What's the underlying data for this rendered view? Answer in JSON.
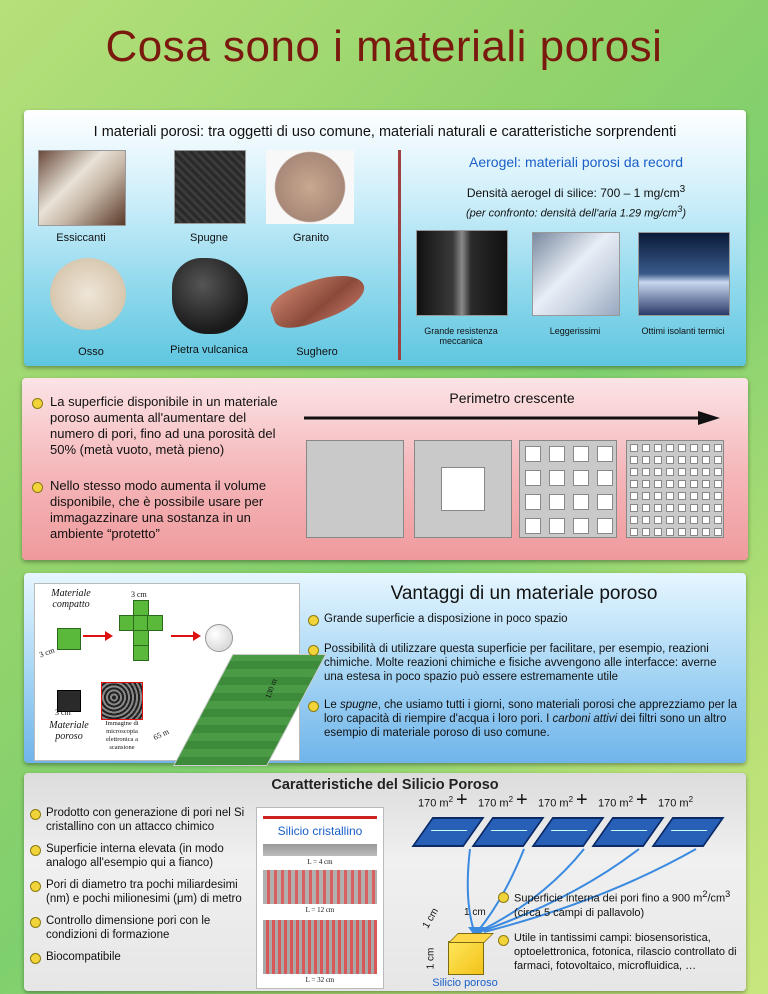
{
  "title": "Cosa sono i materiali porosi",
  "intro": {
    "heading": "I materiali porosi: tra oggetti di uso comune, materiali naturali e caratteristiche sorprendenti",
    "materials": [
      "Essiccanti",
      "Spugne",
      "Granito",
      "Osso",
      "Pietra vulcanica",
      "Sughero"
    ],
    "aerogel": {
      "title": "Aerogel: materiali porosi da record",
      "density": "Densità aerogel di silice: 700 – 1 mg/cm",
      "density_sup": "3",
      "compare": "(per confronto: densità dell'aria 1.29 mg/cm",
      "compare_sup": "3",
      "compare_end": ")",
      "captions": [
        "Grande resistenza meccanica",
        "Leggerissimi",
        "Ottimi isolanti termici"
      ]
    }
  },
  "surface": {
    "bullet1": "La superficie disponibile in un materiale poroso aumenta all'aumentare del numero di pori, fino ad una porosità del 50% (metà vuoto, metà pieno)",
    "bullet2": "Nello stesso modo aumenta il volume disponibile, che è possibile usare per immagazzinare una sostanza in un ambiente “protetto”",
    "arrow_label": "Perimetro crescente"
  },
  "advantages": {
    "title": "Vantaggi di un materiale poroso",
    "figure": {
      "compact": "Materiale compatto",
      "porous": "Materiale poroso",
      "dim_cm": "3 cm",
      "sem": "Immagine di microscopia elettronica a scansione",
      "field_w": "65 m",
      "field_l": "130 m"
    },
    "bullet1": "Grande superficie a disposizione in poco spazio",
    "bullet2": "Possibilità di utilizzare questa superficie per facilitare, per esempio, reazioni chimiche. Molte reazioni chimiche e fisiche avvengono alle interfacce: averne una estesa in poco spazio può essere estremamente utile",
    "bullet3_a": "Le ",
    "bullet3_em1": "spugne",
    "bullet3_b": ", che usiamo tutti i giorni, sono materiali porosi che apprezziamo per la loro capacità di riempire d'acqua i loro pori. I ",
    "bullet3_em2": "carboni attivi",
    "bullet3_c": " dei filtri sono un altro esempio di materiale poroso di uso comune."
  },
  "silicon": {
    "title": "Caratteristiche del Silicio Poroso",
    "bullets": [
      "Prodotto con generazione di pori nel Si cristallino con un attacco chimico",
      "Superficie interna elevata (in modo analogo all'esempio qui a fianco)",
      "Pori di diametro tra pochi miliardesimi (nm) e pochi milionesimi (μm) di metro",
      "Controllo dimensione pori con le condizioni di formazione",
      "Biocompatibile"
    ],
    "crystal_label": "Silicio cristallino",
    "L_labels": [
      "L = 4 cm",
      "L = 12 cm",
      "L = 32 cm"
    ],
    "court_area": "170 m",
    "court_sup": "2",
    "plus": "+",
    "cube_side": "1 cm",
    "cube_label": "Silicio poroso",
    "right1_a": "Superficie interna dei pori fino a 900 m",
    "right1_sup1": "2",
    "right1_b": "/cm",
    "right1_sup2": "3",
    "right1_c": " (circa 5 campi di pallavolo)",
    "right2": "Utile in tantissimi campi: biosensoristica, optoelettronica, fotonica, rilascio controllato di farmaci, fotovoltaico, microfluidica, …"
  }
}
